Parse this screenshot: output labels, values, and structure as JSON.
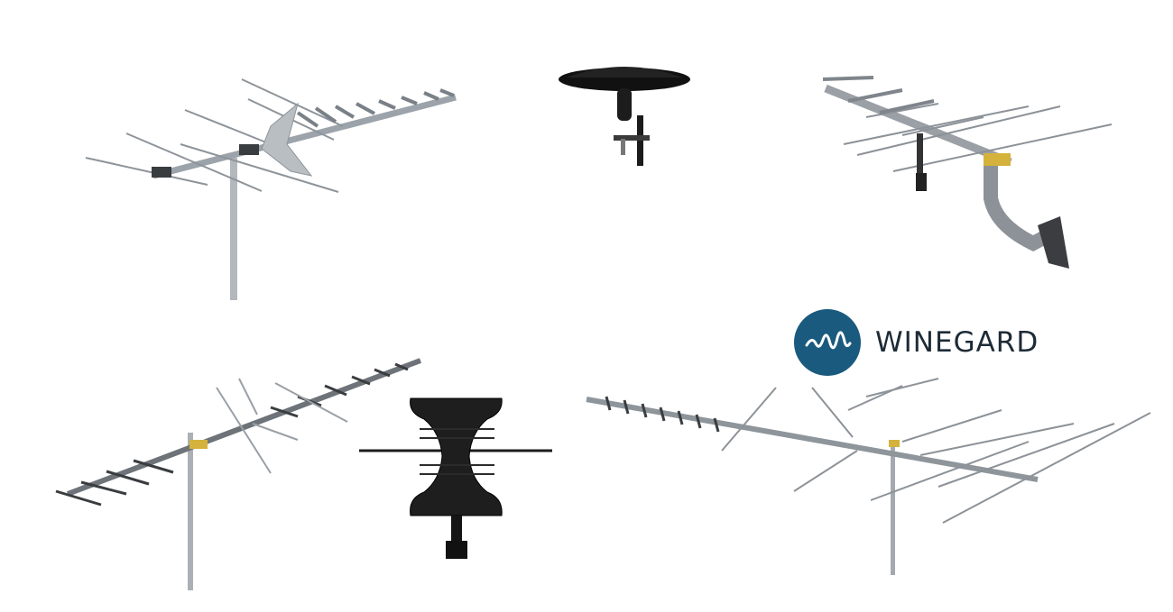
{
  "brand": {
    "name": "WINEGARD",
    "logo_icon": "winegard-wave-icon",
    "logo_color": "#1a5a7e"
  },
  "antennas": [
    {
      "id": "yagi-top-left",
      "icon": "yagi-antenna-icon"
    },
    {
      "id": "omni-dome",
      "icon": "dome-antenna-icon"
    },
    {
      "id": "yagi-wall-mount",
      "icon": "yagi-antenna-icon"
    },
    {
      "id": "yagi-bottom-left",
      "icon": "yagi-antenna-icon"
    },
    {
      "id": "flat-panel",
      "icon": "panel-antenna-icon"
    },
    {
      "id": "long-range-yagi",
      "icon": "yagi-antenna-icon"
    }
  ],
  "colors": {
    "metal": "#a7adb3",
    "dark": "#1b1b1b",
    "background": "#ffffff"
  }
}
